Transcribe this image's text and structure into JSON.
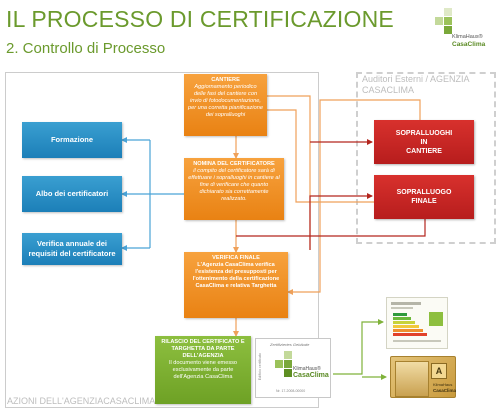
{
  "header": {
    "title": "IL PROCESSO DI CERTIFICAZIONE",
    "subtitle": "2. Controllo di Processo"
  },
  "logo": {
    "line1": "KlimaHaus®",
    "line2": "CasaClima",
    "colors": [
      "#7aa83a",
      "#9bc25a",
      "#c3d99a",
      "#dfe9c7"
    ]
  },
  "regions": {
    "agency": "AZIONI DELL'AGENZIACASACLIMA",
    "external": "Auditori Esterni / AGENZIA CASACLIMA"
  },
  "blue_boxes": [
    {
      "label": "Formazione"
    },
    {
      "label": "Albo dei certificatori"
    },
    {
      "label": "Verifica annuale dei requisiti del certificatore"
    }
  ],
  "orange_boxes": {
    "cantiere": {
      "heading": "CANTIERE",
      "body": "Aggiornamento periodico delle fasi del cantiere con invio di fotodocumentazione, per una corretta pianificazione dei sopralluoghi"
    },
    "nomina": {
      "heading": "NOMINA DEL CERTIFICATORE",
      "body": "il compito del certificatore sarà di effettuare i sopralluoghi in cantiere al fine di verificare che quanto dichiarato sia correttamente realizzato."
    },
    "verifica": {
      "heading": "VERIFICA FINALE",
      "body": "L'Agenzia CasaClima verifica l'esistenza dei presupposti per l'ottenimento della certificazione CasaClima e relativa Targhetta"
    }
  },
  "red_boxes": [
    {
      "label": "SOPRALLUOGHI\nIN\nCANTIERE"
    },
    {
      "label": "SOPRALLUOGO\nFINALE"
    }
  ],
  "green_box": {
    "heading": "RILASCIO DEL CERTIFICATO E TARGHETTA DA PARTE DELL'AGENZIA",
    "body": "Il documento viene emesso esclusivamente da parte dell'Agenzia CasaClima"
  },
  "plate": {
    "caption": "Zertifiziertes Gebäude",
    "side_text": "Edificio certificato",
    "brand1": "KlimaHaus®",
    "brand2": "CasaClima",
    "number": "Nr. 17-2008-00000"
  },
  "card": {
    "letter": "A",
    "brand1": "KlimaHaus",
    "brand2": "CasaClima"
  },
  "colors": {
    "connector_blue": "#4aa3d6",
    "connector_orange": "#efa15a",
    "connector_green": "#7fb23a",
    "connector_red": "#b3261e"
  }
}
